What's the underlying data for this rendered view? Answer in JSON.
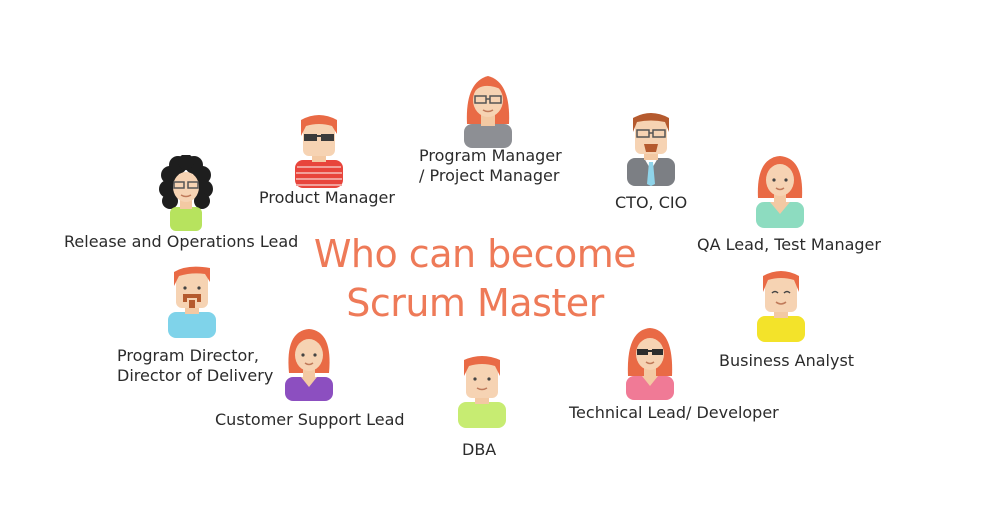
{
  "title": {
    "line1": "Who can become",
    "line2": "Scrum Master",
    "color": "#ee7a58"
  },
  "roles": {
    "program_manager": {
      "line1": "Program Manager",
      "line2": "/  Project Manager",
      "icon": "woman-glasses-gray-top-icon"
    },
    "product_manager": {
      "label": "Product Manager",
      "icon": "man-sunglasses-striped-shirt-icon"
    },
    "cto_cio": {
      "label": "CTO, CIO",
      "icon": "man-suit-tie-icon"
    },
    "release_ops_lead": {
      "label": "Release and Operations Lead",
      "icon": "woman-curly-hair-glasses-icon"
    },
    "qa_lead": {
      "label": "QA Lead, Test Manager",
      "icon": "woman-green-sweater-icon"
    },
    "program_director": {
      "line1": "Program Director,",
      "line2": "Director of Delivery",
      "icon": "man-goatee-blue-shirt-icon"
    },
    "business_analyst": {
      "label": "Business Analyst",
      "icon": "man-yellow-shirt-icon"
    },
    "customer_support_lead": {
      "label": "Customer Support Lead",
      "icon": "woman-purple-top-icon"
    },
    "dba": {
      "label": "DBA",
      "icon": "man-lime-shirt-icon"
    },
    "technical_lead": {
      "label": "Technical Lead/ Developer",
      "icon": "woman-sunglasses-pink-top-icon"
    }
  }
}
